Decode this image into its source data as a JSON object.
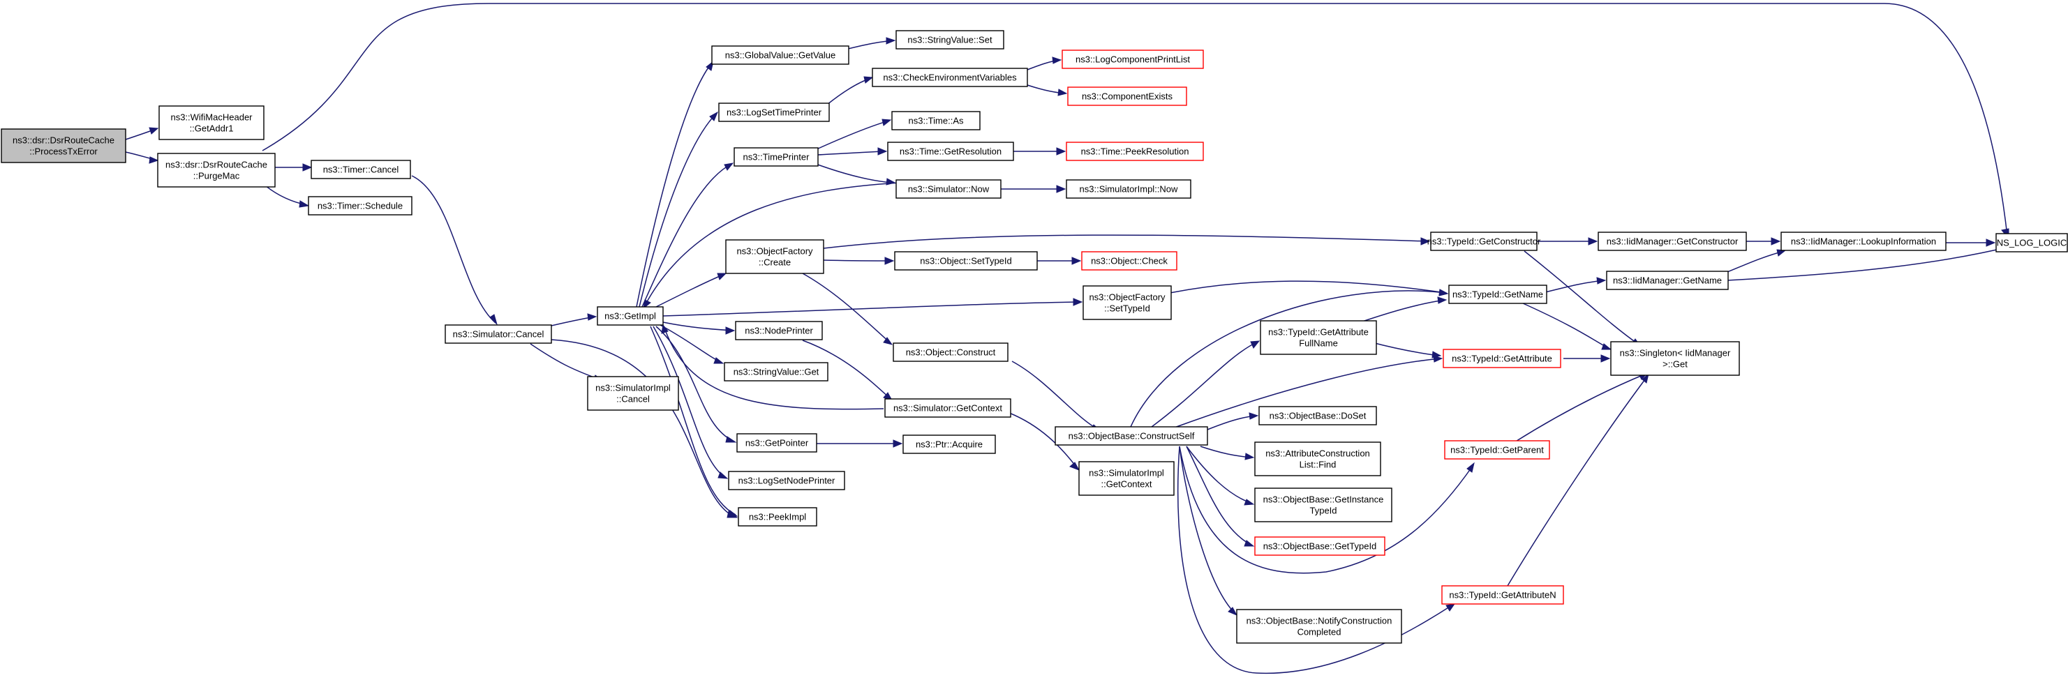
{
  "colors": {
    "edge": "#191970",
    "node_border": "#000000",
    "node_border_truncated": "#ff0000",
    "node_fill": "#ffffff",
    "root_fill": "#bfbfbf"
  },
  "nodes": {
    "processTxError": {
      "lines": [
        "ns3::dsr::DsrRouteCache",
        "::ProcessTxError"
      ],
      "style": "root"
    },
    "wifiGetAddr1": {
      "lines": [
        "ns3::WifiMacHeader",
        "::GetAddr1"
      ],
      "style": "normal"
    },
    "purgeMac": {
      "lines": [
        "ns3::dsr::DsrRouteCache",
        "::PurgeMac"
      ],
      "style": "normal"
    },
    "timerCancel": {
      "lines": [
        "ns3::Timer::Cancel"
      ],
      "style": "normal"
    },
    "timerSchedule": {
      "lines": [
        "ns3::Timer::Schedule"
      ],
      "style": "normal"
    },
    "simCancel": {
      "lines": [
        "ns3::Simulator::Cancel"
      ],
      "style": "normal"
    },
    "simImplCancel": {
      "lines": [
        "ns3::SimulatorImpl",
        "::Cancel"
      ],
      "style": "normal"
    },
    "getImpl": {
      "lines": [
        "ns3::GetImpl"
      ],
      "style": "normal"
    },
    "globalGetValue": {
      "lines": [
        "ns3::GlobalValue::GetValue"
      ],
      "style": "normal"
    },
    "stringSet": {
      "lines": [
        "ns3::StringValue::Set"
      ],
      "style": "normal"
    },
    "logSetTimePrinter": {
      "lines": [
        "ns3::LogSetTimePrinter"
      ],
      "style": "normal"
    },
    "checkEnv": {
      "lines": [
        "ns3::CheckEnvironmentVariables"
      ],
      "style": "normal"
    },
    "logCompPrintList": {
      "lines": [
        "ns3::LogComponentPrintList"
      ],
      "style": "truncated"
    },
    "compExists": {
      "lines": [
        "ns3::ComponentExists"
      ],
      "style": "truncated"
    },
    "timePrinter": {
      "lines": [
        "ns3::TimePrinter"
      ],
      "style": "normal"
    },
    "timeAs": {
      "lines": [
        "ns3::Time::As"
      ],
      "style": "normal"
    },
    "timeGetRes": {
      "lines": [
        "ns3::Time::GetResolution"
      ],
      "style": "normal"
    },
    "timePeekRes": {
      "lines": [
        "ns3::Time::PeekResolution"
      ],
      "style": "truncated"
    },
    "simNow": {
      "lines": [
        "ns3::Simulator::Now"
      ],
      "style": "normal"
    },
    "simImplNow": {
      "lines": [
        "ns3::SimulatorImpl::Now"
      ],
      "style": "normal"
    },
    "objFactoryCreate": {
      "lines": [
        "ns3::ObjectFactory",
        "::Create"
      ],
      "style": "normal"
    },
    "objSetTypeId": {
      "lines": [
        "ns3::Object::SetTypeId"
      ],
      "style": "normal"
    },
    "objCheck": {
      "lines": [
        "ns3::Object::Check"
      ],
      "style": "truncated"
    },
    "objConstruct": {
      "lines": [
        "ns3::Object::Construct"
      ],
      "style": "normal"
    },
    "nodePrinter": {
      "lines": [
        "ns3::NodePrinter"
      ],
      "style": "normal"
    },
    "stringGet": {
      "lines": [
        "ns3::StringValue::Get"
      ],
      "style": "normal"
    },
    "simGetContext": {
      "lines": [
        "ns3::Simulator::GetContext"
      ],
      "style": "normal"
    },
    "getPointer": {
      "lines": [
        "ns3::GetPointer"
      ],
      "style": "normal"
    },
    "ptrAcquire": {
      "lines": [
        "ns3::Ptr::Acquire"
      ],
      "style": "normal"
    },
    "logSetNodePrinter": {
      "lines": [
        "ns3::LogSetNodePrinter"
      ],
      "style": "normal"
    },
    "peekImpl": {
      "lines": [
        "ns3::PeekImpl"
      ],
      "style": "normal"
    },
    "objFactorySetTypeId": {
      "lines": [
        "ns3::ObjectFactory",
        "::SetTypeId"
      ],
      "style": "normal"
    },
    "constructSelf": {
      "lines": [
        "ns3::ObjectBase::ConstructSelf"
      ],
      "style": "normal"
    },
    "simImplGetContext": {
      "lines": [
        "ns3::SimulatorImpl",
        "::GetContext"
      ],
      "style": "normal"
    },
    "typeGetConstructor": {
      "lines": [
        "ns3::TypeId::GetConstructor"
      ],
      "style": "normal"
    },
    "typeGetName": {
      "lines": [
        "ns3::TypeId::GetName"
      ],
      "style": "normal"
    },
    "typeGetAttrFullName": {
      "lines": [
        "ns3::TypeId::GetAttribute",
        "FullName"
      ],
      "style": "normal"
    },
    "typeGetAttribute": {
      "lines": [
        "ns3::TypeId::GetAttribute"
      ],
      "style": "truncated"
    },
    "objBaseDoSet": {
      "lines": [
        "ns3::ObjectBase::DoSet"
      ],
      "style": "normal"
    },
    "attrListFind": {
      "lines": [
        "ns3::AttributeConstruction",
        "List::Find"
      ],
      "style": "normal"
    },
    "objBaseGetInstTypeId": {
      "lines": [
        "ns3::ObjectBase::GetInstance",
        "TypeId"
      ],
      "style": "normal"
    },
    "objBaseGetTypeId": {
      "lines": [
        "ns3::ObjectBase::GetTypeId"
      ],
      "style": "truncated"
    },
    "notifyConstruction": {
      "lines": [
        "ns3::ObjectBase::NotifyConstruction",
        "Completed"
      ],
      "style": "normal"
    },
    "typeGetParent": {
      "lines": [
        "ns3::TypeId::GetParent"
      ],
      "style": "truncated"
    },
    "typeGetAttributeN": {
      "lines": [
        "ns3::TypeId::GetAttributeN"
      ],
      "style": "truncated"
    },
    "iidGetConstructor": {
      "lines": [
        "ns3::IidManager::GetConstructor"
      ],
      "style": "normal"
    },
    "iidGetName": {
      "lines": [
        "ns3::IidManager::GetName"
      ],
      "style": "normal"
    },
    "singletonGet": {
      "lines": [
        "ns3::Singleton< IidManager",
        " >::Get"
      ],
      "style": "normal"
    },
    "iidLookupInfo": {
      "lines": [
        "ns3::IidManager::LookupInformation"
      ],
      "style": "normal"
    },
    "nsLogLogic": {
      "lines": [
        "NS_LOG_LOGIC"
      ],
      "style": "normal"
    }
  }
}
